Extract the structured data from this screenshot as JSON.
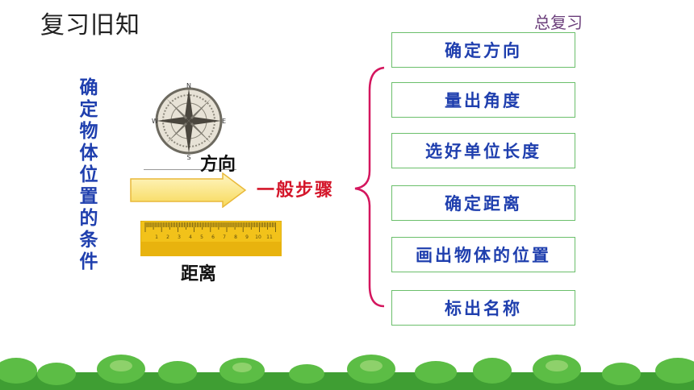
{
  "title": "复习旧知",
  "section_tag": "总复习",
  "vertical_label": "确定物体位置的条件",
  "direction_label": "方向",
  "general_steps_label": "一般步骤",
  "distance_label": "距离",
  "compass_letters": [
    "N",
    "S",
    "W",
    "E"
  ],
  "ruler_ticks": [
    "1",
    "2",
    "3",
    "4",
    "5",
    "6",
    "7",
    "8",
    "9",
    "10",
    "11"
  ],
  "steps": [
    "确定方向",
    "量出角度",
    "选好单位长度",
    "确定距离",
    "画出物体的位置",
    "标出名称"
  ],
  "colors": {
    "brace": "#d4165e",
    "arrow_fill": "#fde98a",
    "ruler": "#f2c21a",
    "grass": "#4caf3c"
  }
}
